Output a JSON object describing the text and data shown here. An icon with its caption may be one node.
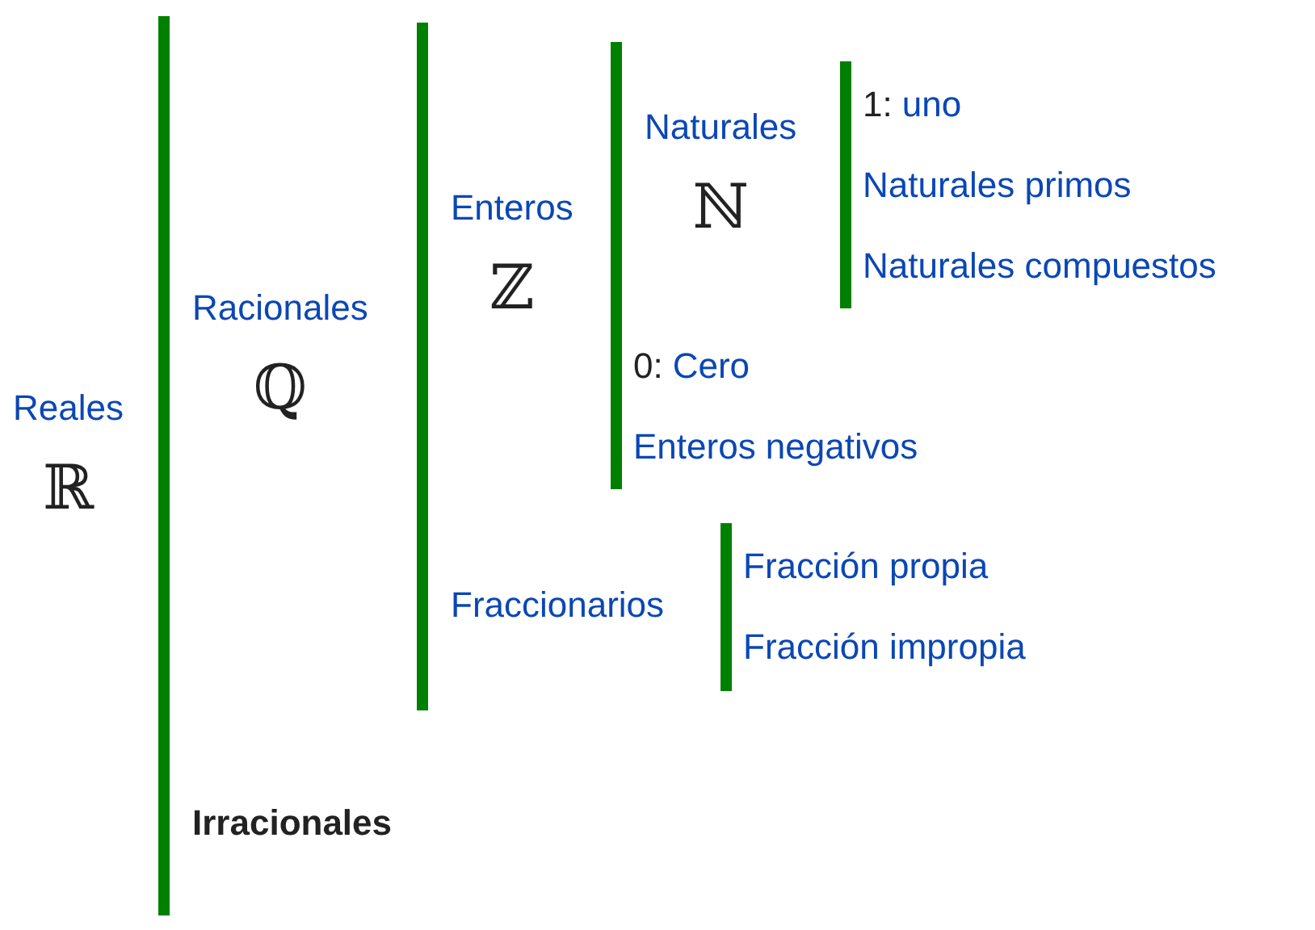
{
  "diagram": {
    "nodes": [
      {
        "text": [
          "Reales",
          "ℝ"
        ]
      },
      {
        "text": [
          "Racionales",
          "ℚ"
        ]
      },
      {
        "text": [
          "Enteros",
          "ℤ"
        ]
      },
      {
        "text": [
          "Naturales",
          "ℕ"
        ]
      },
      {
        "text": [
          "uno"
        ],
        "beside": [
          "1:"
        ]
      },
      {
        "text": [
          "Naturales primos"
        ]
      },
      {
        "text": [
          "Naturales compuestos"
        ]
      },
      {
        "text": [
          "Cero"
        ],
        "beside": [
          "0:"
        ]
      },
      {
        "text": [
          "Enteros negativos"
        ]
      },
      {
        "text": [
          "Fraccionarios"
        ]
      },
      {
        "text": [
          "Fracción propia"
        ]
      },
      {
        "text": [
          "Fracción impropia"
        ]
      },
      {
        "text": [
          "Irracionales"
        ]
      }
    ]
  }
}
